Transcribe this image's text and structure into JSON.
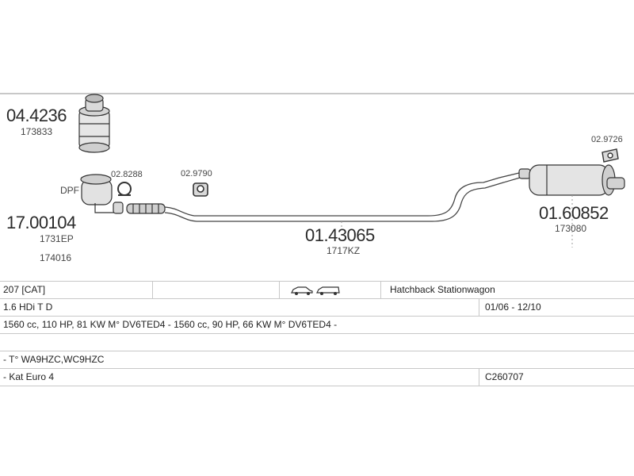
{
  "parts": {
    "catalyst_top": {
      "code": "04.4236",
      "ref": "173833"
    },
    "dpf": {
      "label": "DPF",
      "code": "17.00104",
      "ref1": "1731EP",
      "ref2": "174016"
    },
    "clamp": {
      "code": "02.8288"
    },
    "bracket_mid": {
      "code": "02.9790"
    },
    "middle_pipe": {
      "code": "01.43065",
      "ref": "1717KZ"
    },
    "rear_bracket": {
      "code": "02.9726"
    },
    "rear_silencer": {
      "code": "01.60852",
      "ref": "173080"
    }
  },
  "table": {
    "row1": {
      "model": "207  [CAT]",
      "body_types": "Hatchback Stationwagon"
    },
    "row2": {
      "engine": "1.6 HDi T D",
      "dates": "01/06 - 12/10"
    },
    "row3": {
      "specs": "1560 cc, 110 HP, 81 KW M° DV6TED4 - 1560 cc, 90 HP, 66 KW M° DV6TED4 -"
    },
    "row4": {
      "note": ""
    },
    "row5": {
      "types": "- T° WA9HZC,WC9HZC"
    },
    "row6": {
      "emission": "- Kat Euro 4",
      "code": "C260707"
    }
  },
  "icons": [
    "hatchback-car-icon",
    "stationwagon-car-icon"
  ]
}
